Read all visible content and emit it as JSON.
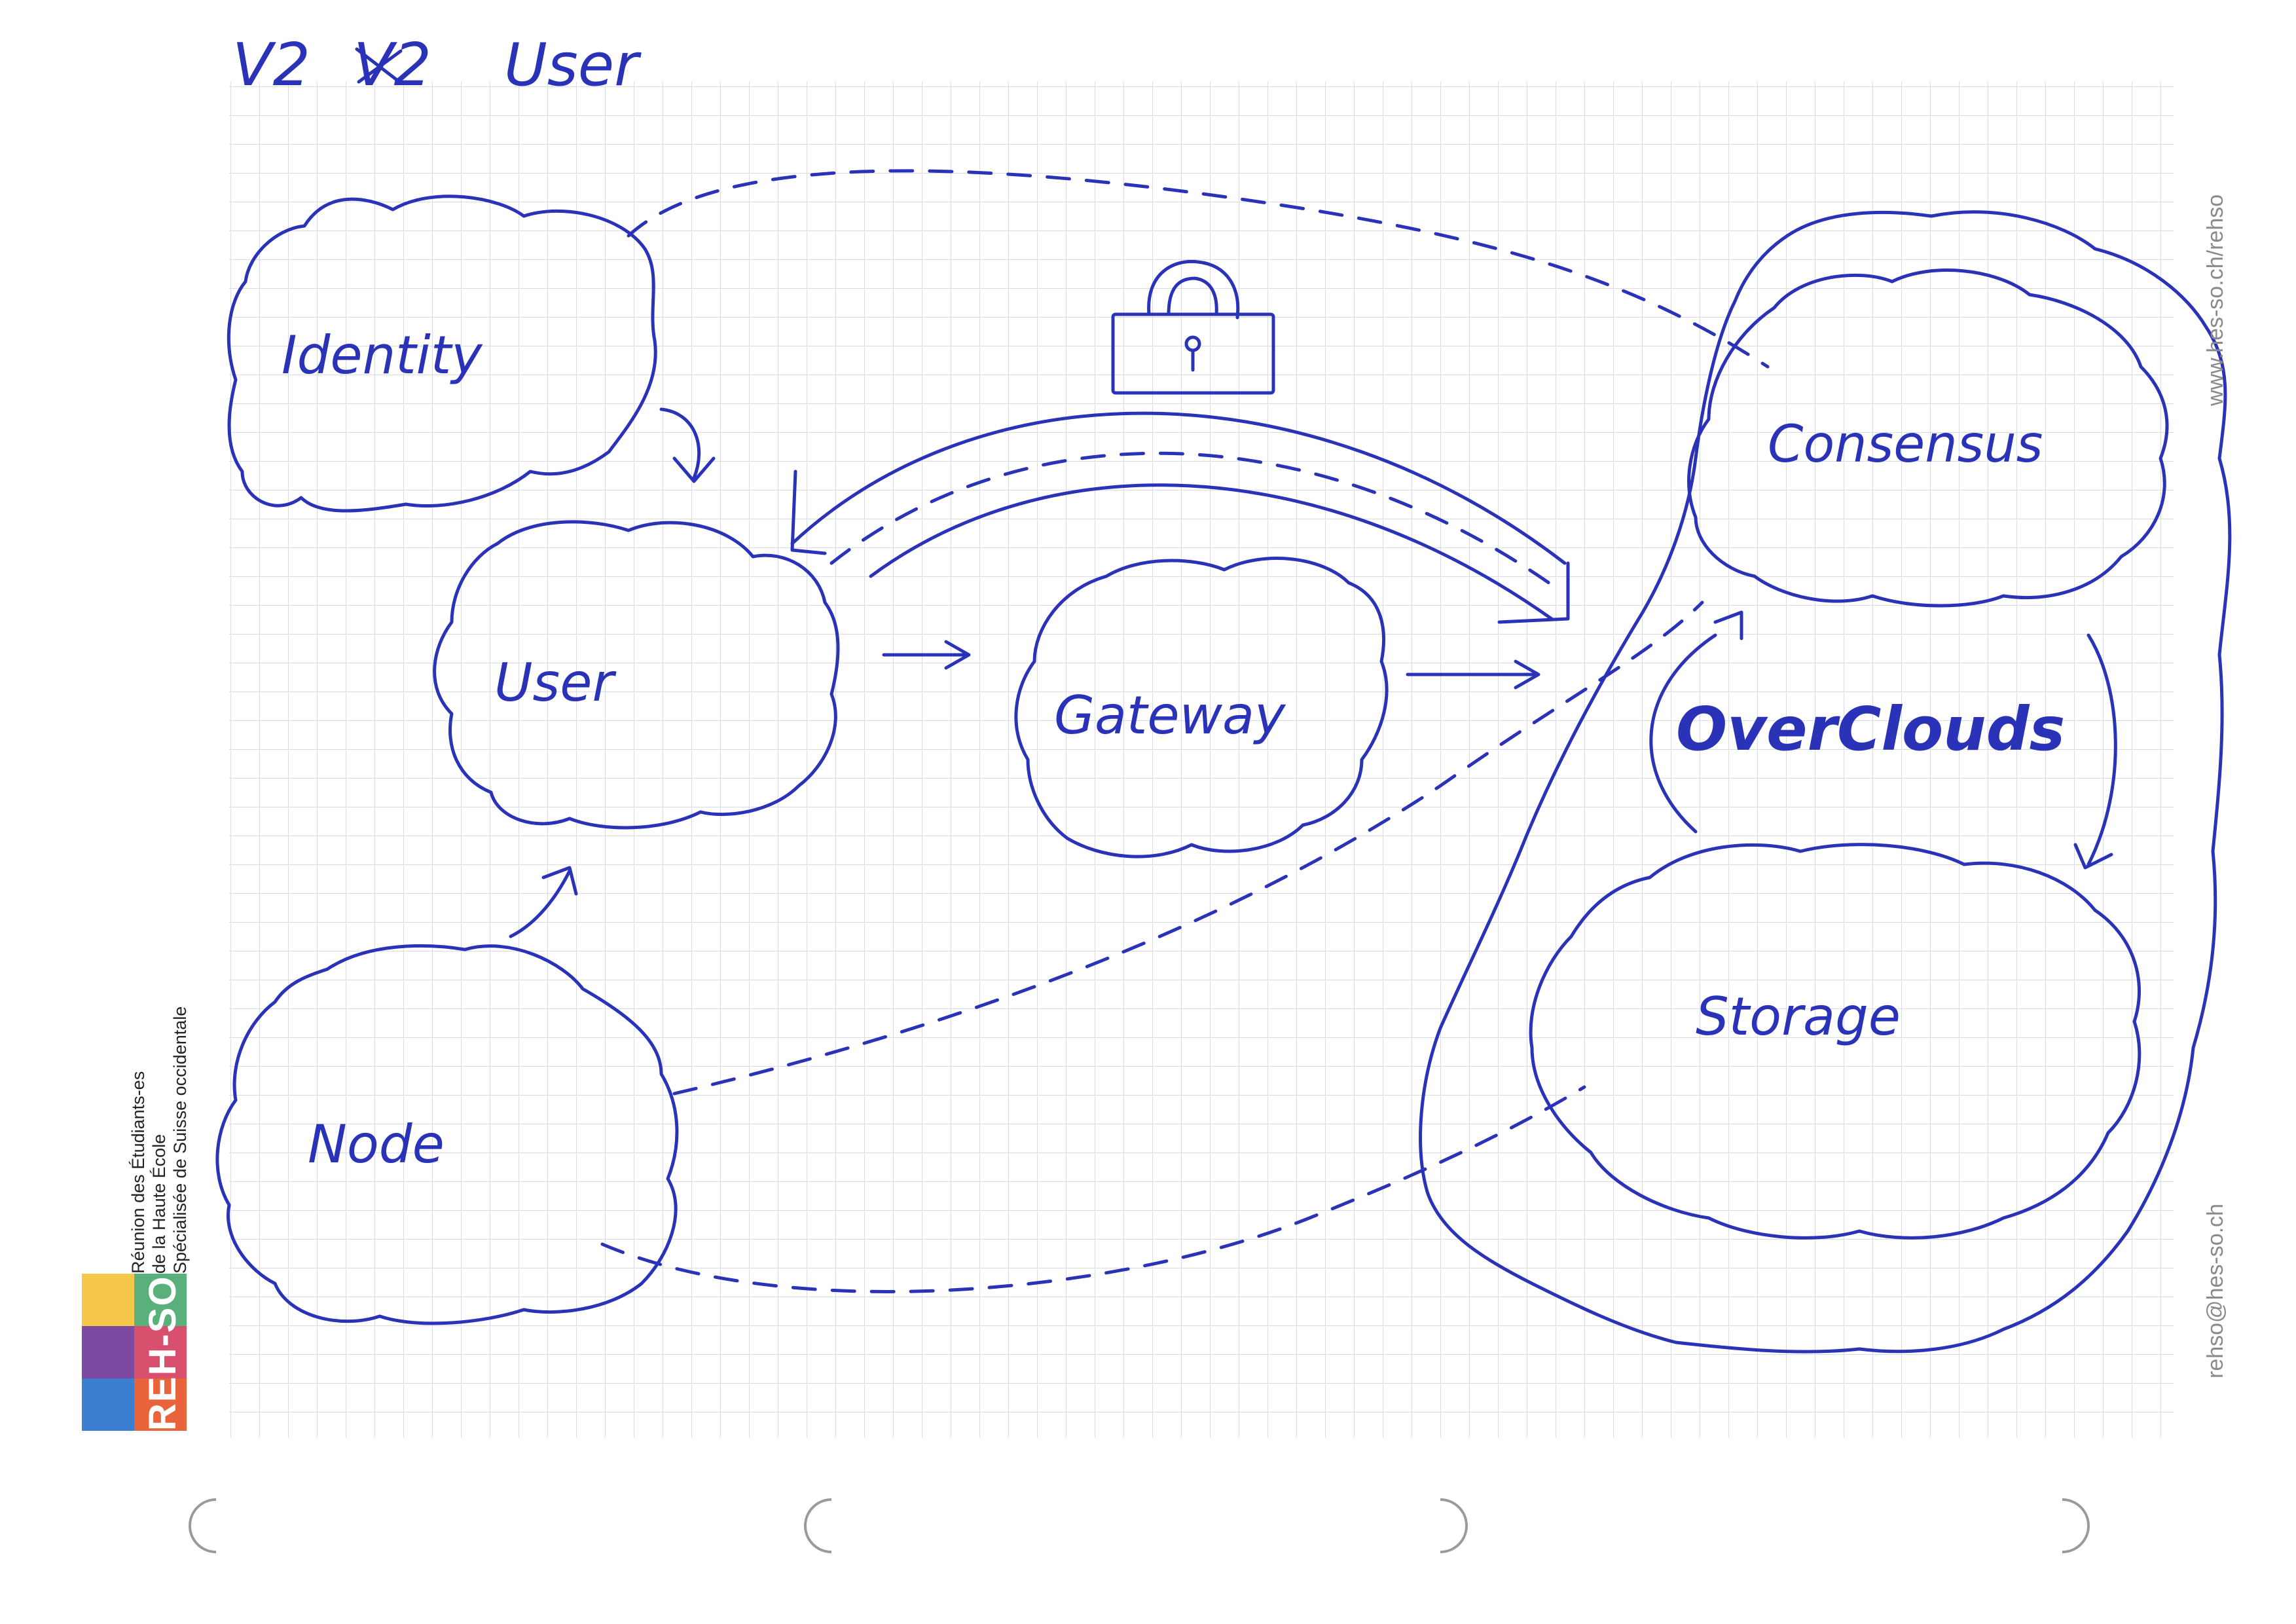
{
  "header": {
    "title": "V2",
    "title_struck": "V2",
    "title_tail": "User"
  },
  "nodes": {
    "identity": "Identity",
    "user": "User",
    "gateway": "Gateway",
    "node": "Node",
    "consensus": "Consensus",
    "overclouds": "OverClouds",
    "storage": "Storage"
  },
  "sidebar": {
    "website": "www.hes-so.ch/rehso",
    "email": "rehso@hes-so.ch"
  },
  "logo": {
    "line1": "Réunion des Étudiants-es",
    "line2": "de la Haute École",
    "line3": "Spécialisée de Suisse occidentale",
    "brand": "REH-SO",
    "colors": [
      "#f5c84b",
      "#e9633b",
      "#7c4aa0",
      "#3aa6a0",
      "#3b7fd0",
      "#d94f6e"
    ]
  },
  "icons": [
    "lock-icon",
    "punch-hole-icon"
  ],
  "colors": {
    "ink": "#2a33b8",
    "grid": "#d4d8de",
    "side_text": "#8a8a8a"
  }
}
